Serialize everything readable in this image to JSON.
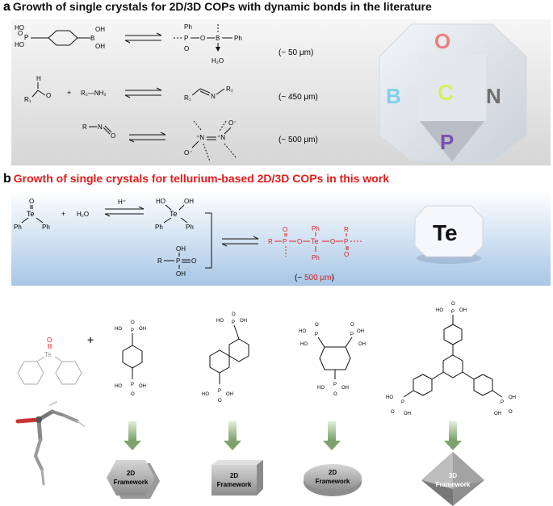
{
  "section_a": {
    "letter": "a",
    "title": "Growth of single crystals for 2D/3D COPs with dynamic bonds in the literature",
    "reactions": [
      {
        "size": "(~ 50 μm)"
      },
      {
        "size": "(~ 450 μm)"
      },
      {
        "size": "(~ 500 μm)"
      }
    ],
    "labels": {
      "ho": "HO",
      "oh": "OH",
      "p": "P",
      "o": "O",
      "b": "B",
      "ph": "Ph",
      "h2o": "H₂O",
      "h": "H",
      "r1": "R₁",
      "r2": "R₂",
      "plus": "+",
      "r2nh2": "R₂—NH₂",
      "n": "N",
      "r": "R",
      "ominus": "O⁻",
      "nplus": "⁺N"
    },
    "cube_letters": [
      "O",
      "B",
      "C",
      "N",
      "P"
    ]
  },
  "section_b": {
    "letter": "b",
    "title": "Growth of single crystals for tellurium-based 2D/3D COPs in this work",
    "labels": {
      "te": "Te",
      "hplus": "H⁺",
      "h2o": "H₂O",
      "ph": "Ph",
      "ho": "HO",
      "oh": "OH",
      "o": "O",
      "p": "P",
      "r": "R",
      "plus": "+"
    },
    "size_prefix": "(~ ",
    "size_value": "500 μm",
    "size_suffix": ")",
    "cube_label": "Te"
  },
  "section_c": {
    "plus": "+",
    "te": "Te",
    "o": "O",
    "p": "P",
    "ho": "HO",
    "oh": "OH",
    "frameworks": [
      {
        "line1": "2D",
        "line2": "Framework"
      },
      {
        "line1": "2D",
        "line2": "Framework"
      },
      {
        "line1": "2D",
        "line2": "Framework"
      },
      {
        "line1": "3D",
        "line2": "Framework"
      }
    ]
  },
  "colors": {
    "accent_red": "#e31c1c",
    "cube_o": "#e98080",
    "cube_b": "#7fd0ee",
    "cube_c": "#d8ee6a",
    "cube_n": "#707070",
    "cube_p": "#7b4fb2",
    "arrow_green": "#7ea36f"
  }
}
